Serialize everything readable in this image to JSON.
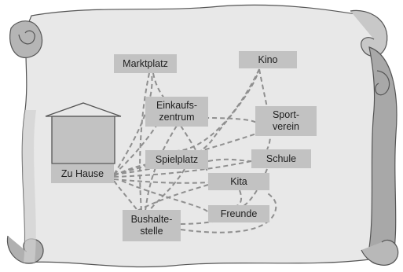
{
  "places": {
    "marktplatz": "Marktplatz",
    "kino": "Kino",
    "einkaufszentrum": "Einkaufs-\nzentrum",
    "sportverein": "Sport-\nverein",
    "spielplatz": "Spielplatz",
    "schule": "Schule",
    "zuhause": "Zu Hause",
    "kita": "Kita",
    "freunde": "Freunde",
    "bushaltestelle": "Bushalte-\nstelle"
  },
  "colors": {
    "parchment": "#e9e9e9",
    "scroll_shadow": "#9a9a9a",
    "label_fill": "#c2c2c2",
    "path_dash": "#909090",
    "outline": "#555555"
  },
  "icons": {
    "home": "house-outline-icon"
  }
}
